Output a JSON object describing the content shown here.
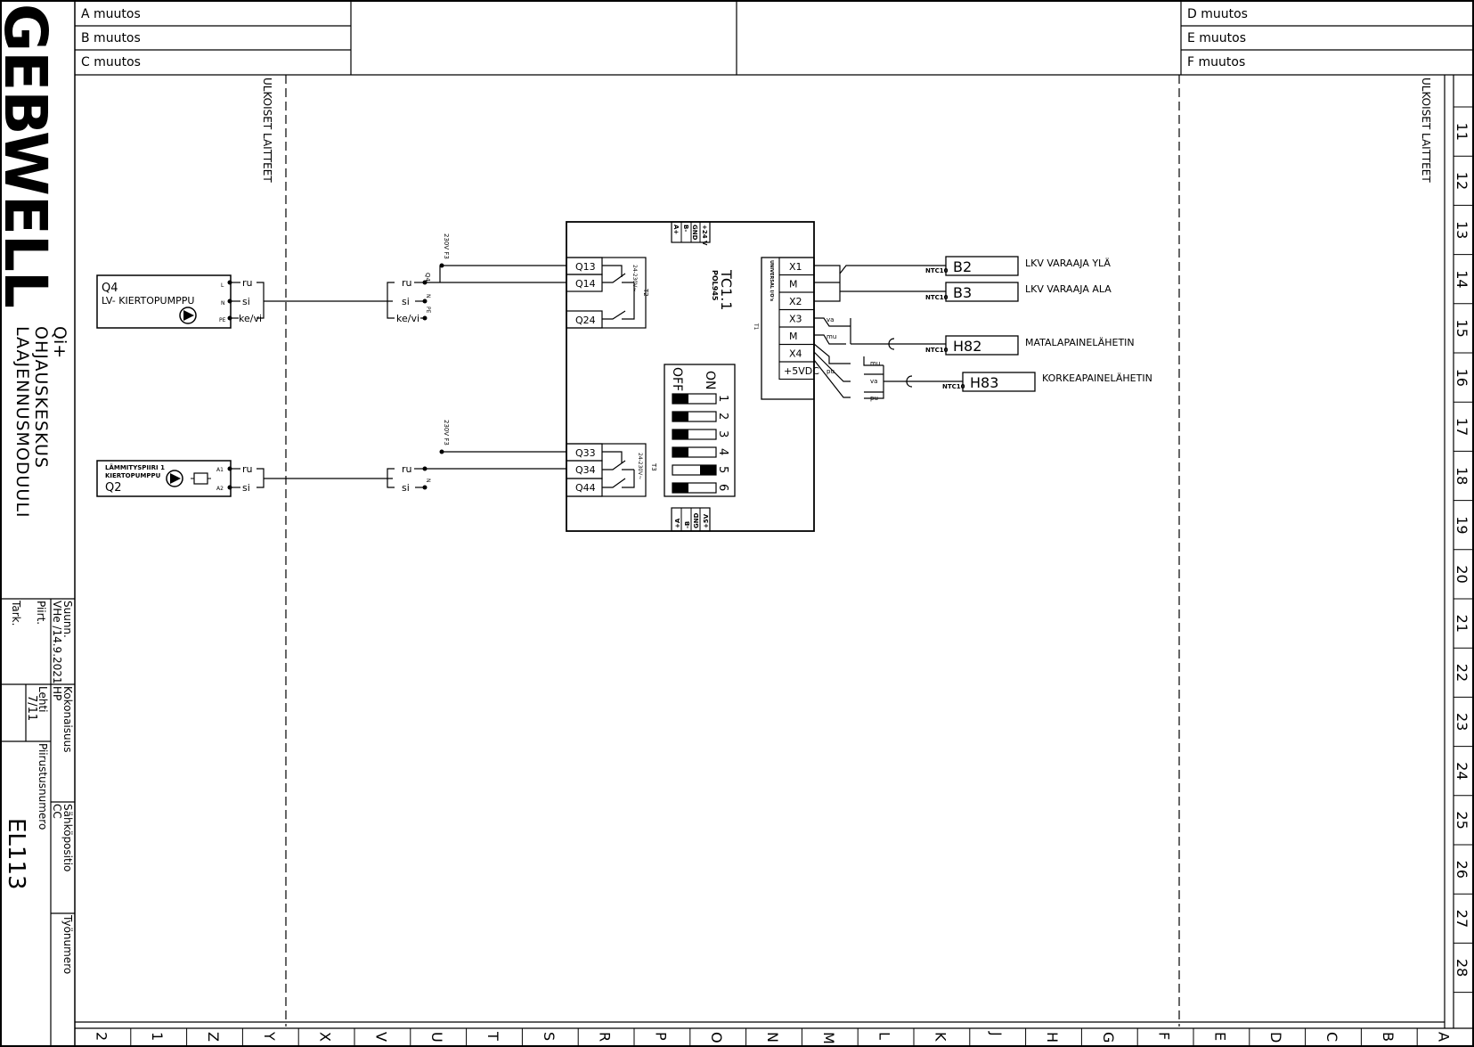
{
  "logo": "GEBWELL",
  "changes": {
    "left": [
      "A muutos",
      "B muutos",
      "C muutos"
    ],
    "right": [
      "D muutos",
      "E muutos",
      "F muutos"
    ]
  },
  "external_devices_label": "ULKOISET LAITTEET",
  "title_block": {
    "product": "Qi+",
    "line1": "OHJAUSKESKUS",
    "line2": "LAAJENNUSMODUULI",
    "designed_label": "Suunn.",
    "designer_date": "VHe /14.9.2021",
    "drawn_label": "Piirt.",
    "checked_label": "Tark.",
    "assembly_label": "Kokonaisuus",
    "assembly_value": "HP",
    "sheet_label": "Lehti",
    "sheet_value": "7/11",
    "drawing_number_label": "Piirustusnumero",
    "drawing_number": "EL113",
    "electrical_position_label": "Sähköpositio",
    "electrical_position": "CC",
    "work_number_label": "Työnumero"
  },
  "row_numbers": [
    "11",
    "12",
    "13",
    "14",
    "15",
    "16",
    "17",
    "18",
    "19",
    "20",
    "21",
    "22",
    "23",
    "24",
    "25",
    "26",
    "27",
    "28"
  ],
  "column_letters": [
    "2",
    "1",
    "Z",
    "Y",
    "X",
    "V",
    "U",
    "T",
    "S",
    "R",
    "P",
    "O",
    "N",
    "M",
    "L",
    "K",
    "J",
    "H",
    "G",
    "F",
    "E",
    "D",
    "C",
    "B",
    "A"
  ],
  "pump_q4": {
    "id": "Q4",
    "name": "LV- KIERTOPUMPPU",
    "terminals": [
      "ru",
      "si",
      "ke/vi"
    ],
    "pins": [
      "L",
      "N",
      "PE"
    ]
  },
  "pump_q2": {
    "line1": "LÄMMITYSPIIRI 1",
    "line2": "KIERTOPUMPPU",
    "id": "Q2",
    "terminals": [
      "ru",
      "si"
    ],
    "pins": [
      "A1",
      "A2"
    ]
  },
  "cable_q4": {
    "terminals": [
      "ru",
      "si",
      "ke/vi"
    ],
    "tag": "Q4",
    "pins": [
      "N",
      "PE"
    ]
  },
  "cable_q2": {
    "terminals": [
      "ru",
      "si"
    ],
    "pin": "N"
  },
  "supply_label": "230V F3",
  "controller": {
    "name": "TC1.1",
    "model": "POL945",
    "relays_top": [
      "Q13",
      "Q14",
      "Q24"
    ],
    "relays_bottom": [
      "Q33",
      "Q34",
      "Q44"
    ],
    "relay_group_top": "T2",
    "relay_group_bottom": "T3",
    "relay_voltage": "24-230V~",
    "bus_terminals": [
      "A+",
      "B-",
      "GND",
      "+24 V"
    ],
    "bus_terminals_bottom": [
      "+A",
      "-B",
      "GND",
      "+5V"
    ],
    "universal_label": "UNIVERSAL I/O's",
    "universal_group": "T1",
    "universal_terminals": [
      "X1",
      "M",
      "X2",
      "X3",
      "M",
      "X4",
      "+5VDC"
    ],
    "dip_switches": {
      "off_label": "OFF",
      "on_label": "ON",
      "numbers": [
        "1",
        "2",
        "3",
        "4",
        "5",
        "6"
      ],
      "states": [
        "off",
        "off",
        "off",
        "off",
        "on",
        "off"
      ]
    }
  },
  "sensors": [
    {
      "type": "NTC10",
      "id": "B2",
      "description": "LKV VARAAJA YLÄ"
    },
    {
      "type": "NTC10",
      "id": "B3",
      "description": "LKV VARAAJA ALA"
    },
    {
      "type": "NTC10",
      "id": "H82",
      "description": "MATALAPAINELÄHETIN"
    },
    {
      "type": "NTC10",
      "id": "H83",
      "description": "KORKEAPAINELÄHETIN"
    }
  ],
  "transmitter_wires": [
    "va",
    "mu",
    "pu",
    "mu",
    "va",
    "pu"
  ]
}
